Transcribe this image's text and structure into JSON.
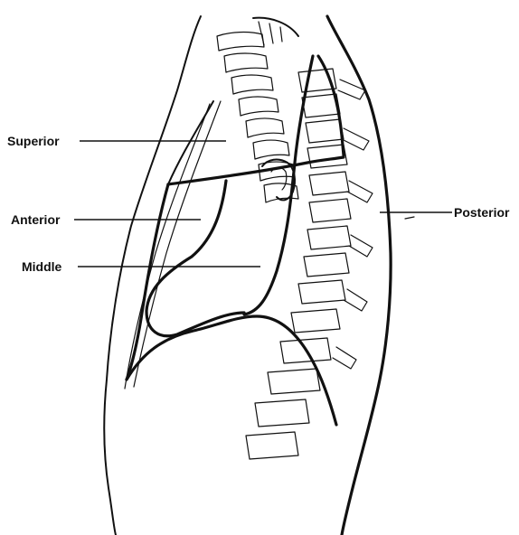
{
  "diagram": {
    "labels": {
      "superior": "Superior",
      "anterior": "Anterior",
      "middle": "Middle",
      "posterior": "Posterior"
    }
  }
}
